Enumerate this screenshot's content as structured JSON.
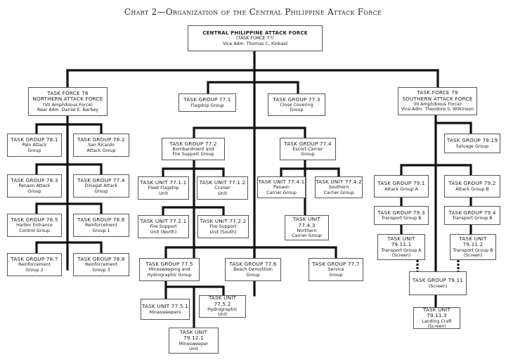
{
  "title": "Chart 2—Organization of the Central Philippine Attack Force",
  "nodes": {
    "tf77": {
      "head": "CENTRAL PHILIPPINE ATTACK FORCE",
      "l2": "(TASK FORCE 77)",
      "l3": "Vice Adm. Thomas C. Kinkaid"
    },
    "tf78": {
      "head": "TASK FORCE 78",
      "l2": "NORTHERN ATTACK FORCE",
      "l3": "(VII Amphibious Force)",
      "l4": "Rear Adm. Daniel E. Barbey"
    },
    "tg781": {
      "head": "TASK GROUP 78.1",
      "l2": "Palo Attack",
      "l3": "Group"
    },
    "tg782": {
      "head": "TASK GROUP 78.2",
      "l2": "San Ricardo",
      "l3": "Attack Group"
    },
    "tg783": {
      "head": "TASK GROUP 78.3",
      "l2": "Panaon Attack",
      "l3": "Group"
    },
    "tg774": {
      "head": "TASK GROUP 77.4",
      "l2": "Dinagat Attack",
      "l3": "Group"
    },
    "tg785": {
      "head": "TASK GROUP 78.5",
      "l2": "Harbor Entrance",
      "l3": "Control Group"
    },
    "tg786": {
      "head": "TASK GROUP 78.6",
      "l2": "Reinforcement",
      "l3": "Group 1"
    },
    "tg787": {
      "head": "TASK GROUP 78.7",
      "l2": "Reinforcement",
      "l3": "Group 2"
    },
    "tg788": {
      "head": "TASK GROUP 78.8",
      "l2": "Reinforcement",
      "l3": "Group 3"
    },
    "tg771": {
      "head": "TASK GROUP 77.1",
      "l2": "Flagship Group"
    },
    "tg773": {
      "head": "TASK GROUP 77.3",
      "l2": "Close Covering",
      "l3": "Group"
    },
    "tg772": {
      "head": "TASK GROUP 77.2",
      "l2": "Bombardment and",
      "l3": "Fire Support Group"
    },
    "tg774b": {
      "head": "TASK GROUP 77.4",
      "l2": "Escort Carrier",
      "l3": "Group"
    },
    "tu7711": {
      "head": "TASK UNIT 77.1.1",
      "l2": "Fleet Flagship",
      "l3": "Unit"
    },
    "tu7712": {
      "head": "TASK UNIT 77.1.2",
      "l2": "Cruiser",
      "l3": "Unit"
    },
    "tu7721": {
      "head": "TASK UNIT 77.2.1",
      "l2": "Fire Support",
      "l3": "Unit (North)"
    },
    "tu7722": {
      "head": "TASK UNIT 77.2.2",
      "l2": "Fire Support",
      "l3": "Unit (South)"
    },
    "tu7741": {
      "head": "TASK UNIT 77.4.1",
      "l2": "Panaon",
      "l3": "Carrier Group"
    },
    "tu7742": {
      "head": "TASK UNIT 77.4.2",
      "l2": "Southern",
      "l3": "Carrier Group"
    },
    "tu7743": {
      "head": "TASK UNIT 77.4.3",
      "l2": "Northern",
      "l3": "Carrier Group"
    },
    "tg775": {
      "head": "TASK GROUP 77.5",
      "l2": "Minesweeping and",
      "l3": "Hydrographic Group"
    },
    "tg776": {
      "head": "TASK GROUP 77.6",
      "l2": "Beach Demolition",
      "l3": "Group"
    },
    "tg777": {
      "head": "TASK GROUP 77.7",
      "l2": "Service",
      "l3": "Group"
    },
    "tu7751": {
      "head": "TASK UNIT 77.5.1",
      "l2": "Minesweepers"
    },
    "tu7752": {
      "head": "TASK UNIT 77.5.2",
      "l2": "Hydrographic",
      "l3": "Unit"
    },
    "tu79121": {
      "head": "TASK UNIT 79.12.1",
      "l2": "Minesweeper",
      "l3": "Unit"
    },
    "tf79": {
      "head": "TASK FORCE 79",
      "l2": "SOUTHERN ATTACK FORCE",
      "l3": "(III Amphibious Force)",
      "l4": "Vice Adm. Theodore S. Wilkinson"
    },
    "tg7919": {
      "head": "TASK GROUP 79.19",
      "l2": "Salvage Group"
    },
    "tg791": {
      "head": "TASK GROUP 79.1",
      "l2": "Attack Group A"
    },
    "tg792": {
      "head": "TASK GROUP 79.2",
      "l2": "Attack Group B"
    },
    "tg793": {
      "head": "TASK GROUP 79.3",
      "l2": "Transport Group B"
    },
    "tg794": {
      "head": "TASK GROUP 79.4",
      "l2": "Transport Group B"
    },
    "tu79111": {
      "head": "TASK UNIT 79.11.1",
      "l2": "Transport Group A",
      "l3": "(Screen)"
    },
    "tu79112": {
      "head": "TASK UNIT 79.11.2",
      "l2": "Transport Group B",
      "l3": "(Screen)"
    },
    "tg7911": {
      "head": "TASK GROUP 79.11",
      "l2": "(Screen)"
    },
    "tu79113": {
      "head": "TASK UNIT 79.11.3",
      "l2": "Landing Craft",
      "l3": "(Screen)"
    }
  }
}
